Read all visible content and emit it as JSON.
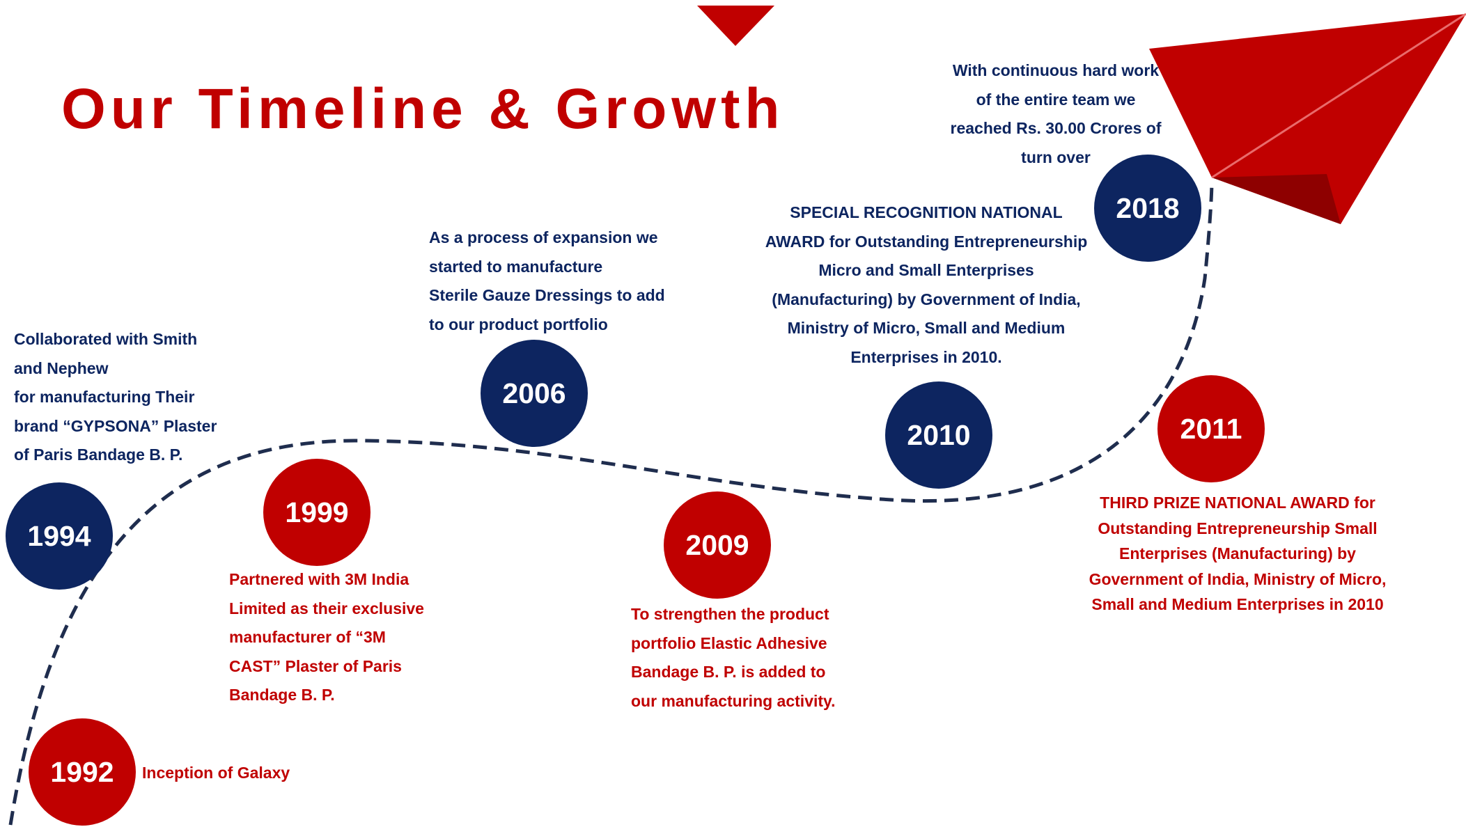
{
  "title": "Our Timeline & Growth",
  "colors": {
    "accent_red": "#c00000",
    "navy": "#0d2560",
    "path": "#1f2d4e"
  },
  "icons": {
    "top_marker": "triangle-down-icon",
    "growth_arrow": "paper-plane-icon"
  },
  "milestones": [
    {
      "year": "1992",
      "text": "Inception of Galaxy"
    },
    {
      "year": "1994",
      "text": "Collaborated with Smith\nand Nephew\nfor manufacturing Their\nbrand “GYPSONA” Plaster\nof Paris Bandage B. P."
    },
    {
      "year": "1999",
      "text": "Partnered with 3M India\nLimited as their exclusive\nmanufacturer of “3M\nCAST” Plaster of Paris\nBandage B. P."
    },
    {
      "year": "2006",
      "text": "As a process of expansion we\nstarted to manufacture\nSterile Gauze Dressings to add\nto our product portfolio"
    },
    {
      "year": "2009",
      "text": "To strengthen the product\nportfolio Elastic Adhesive\nBandage B. P. is added to\nour manufacturing activity."
    },
    {
      "year": "2010",
      "text": "SPECIAL RECOGNITION NATIONAL\nAWARD for Outstanding Entrepreneurship\nMicro and Small Enterprises\n(Manufacturing) by Government of India,\nMinistry of Micro, Small and Medium\nEnterprises in 2010."
    },
    {
      "year": "2011",
      "text": "THIRD PRIZE NATIONAL AWARD for\nOutstanding Entrepreneurship Small\nEnterprises (Manufacturing) by\nGovernment of India, Ministry of Micro,\nSmall and Medium Enterprises in 2010"
    },
    {
      "year": "2018",
      "text": "With continuous hard work\nof the entire team we\nreached Rs. 30.00 Crores of\nturn over"
    }
  ]
}
